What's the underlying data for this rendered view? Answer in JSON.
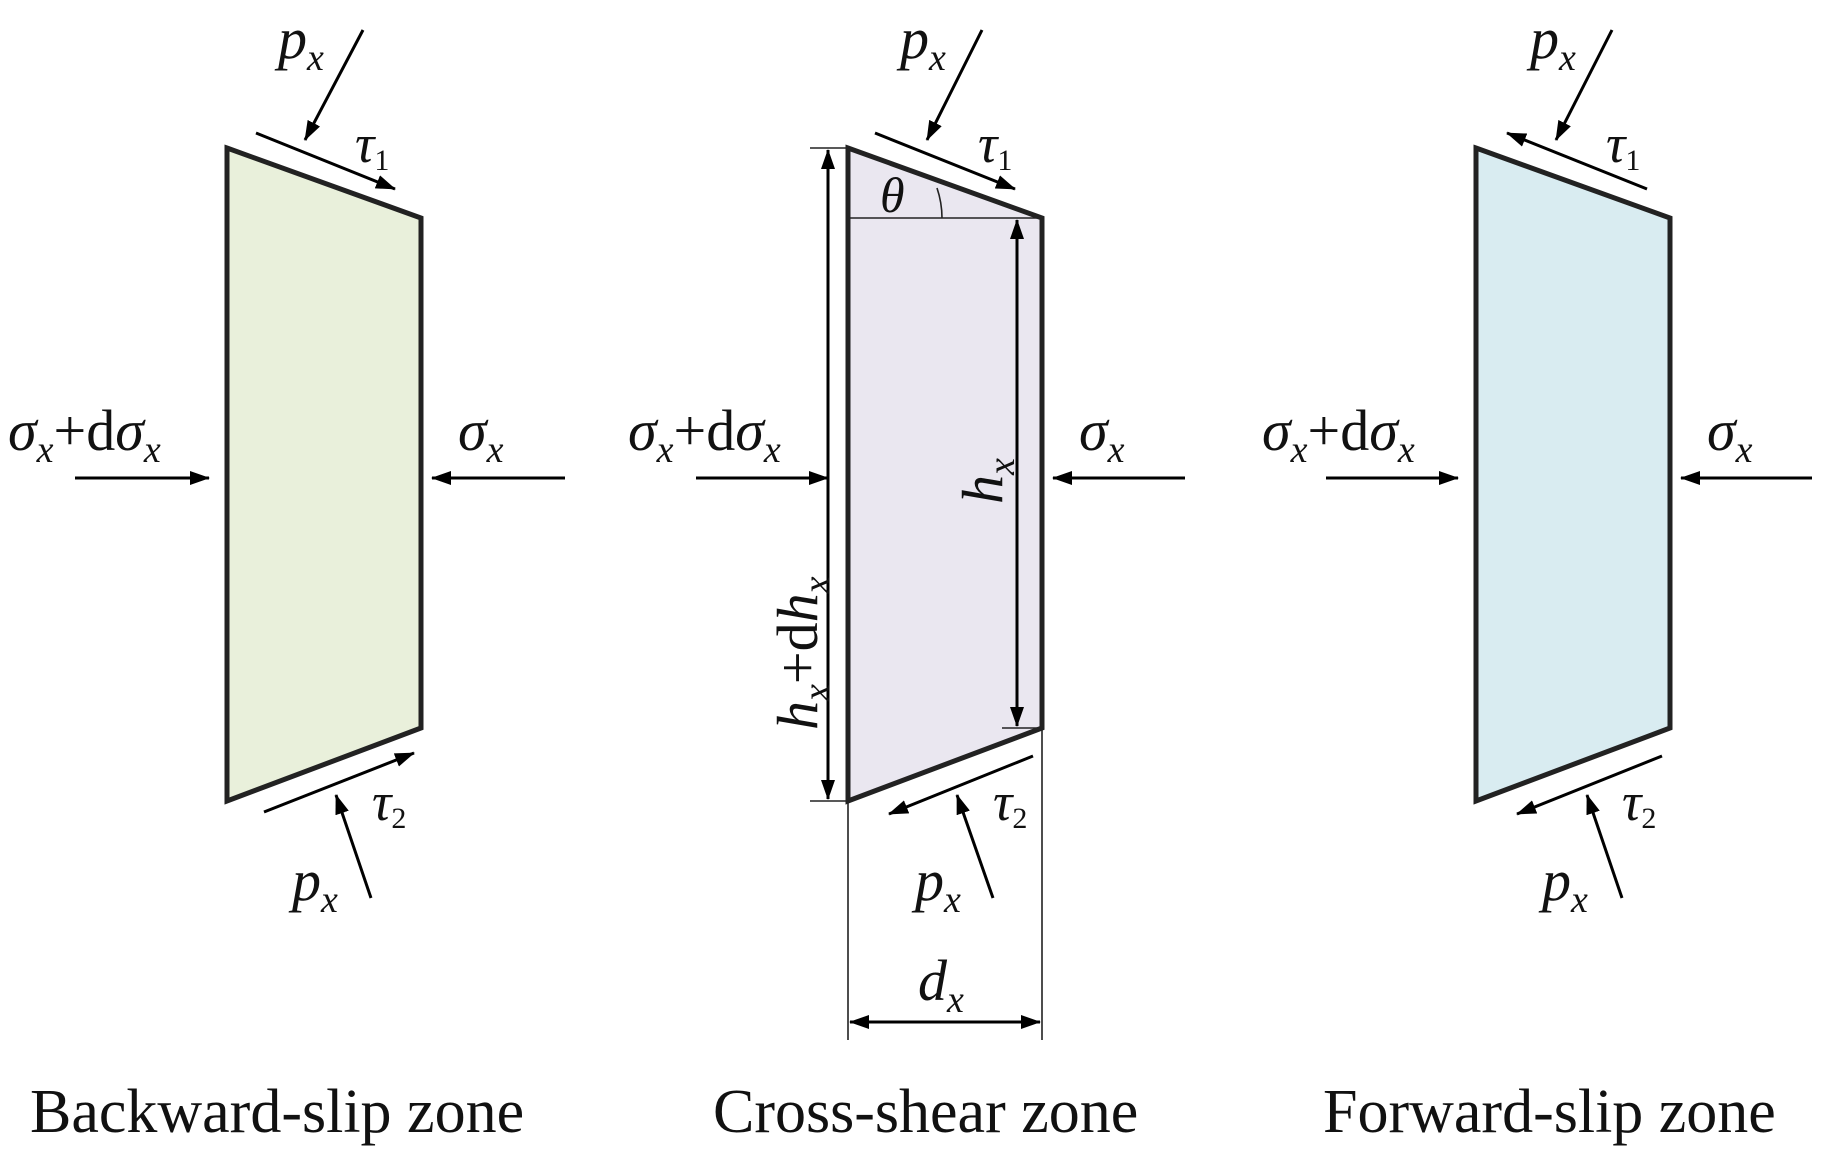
{
  "colors": {
    "backward_fill": "#e9f0db",
    "cross_fill": "#eae7f0",
    "forward_fill": "#d9ecf1",
    "stroke": "#222222"
  },
  "symbols": {
    "p": "p",
    "p_sub": "x",
    "tau": "τ",
    "tau_sub_1": "1",
    "tau_sub_2": "2",
    "sigma": "σ",
    "sigma_sub": "x",
    "plus": "+",
    "d": "d",
    "theta": "θ",
    "h": "h",
    "h_sub": "x",
    "dx_d": "d",
    "dx_sub": "x"
  },
  "zones": [
    {
      "title": "Backward-slip zone"
    },
    {
      "title": "Cross-shear zone"
    },
    {
      "title": "Forward-slip zone"
    }
  ]
}
